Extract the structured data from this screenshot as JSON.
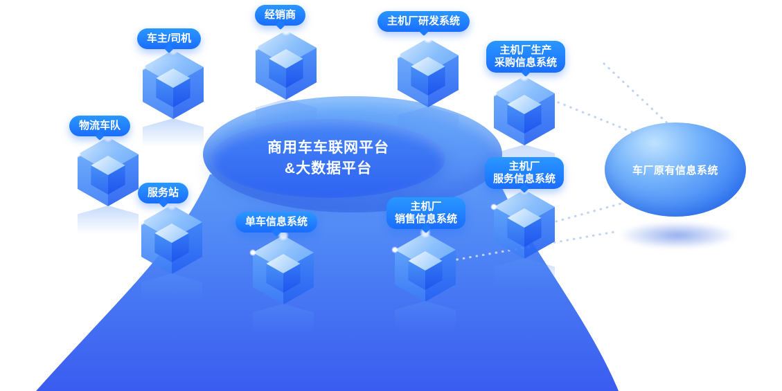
{
  "diagram": {
    "center_platform": {
      "line1": "商用车车联网平台",
      "line2": "&大数据平台"
    },
    "right_system": {
      "id": "factory-legacy-system",
      "label": "车厂原有信息系统"
    },
    "nodes": [
      {
        "id": "owner-driver",
        "lines": [
          "车主/司机"
        ]
      },
      {
        "id": "dealer",
        "lines": [
          "经销商"
        ]
      },
      {
        "id": "oem-rd-system",
        "lines": [
          "主机厂研发系统"
        ]
      },
      {
        "id": "oem-production-procurement",
        "lines": [
          "主机厂生产",
          "采购信息系统"
        ]
      },
      {
        "id": "logistics-fleet",
        "lines": [
          "物流车队"
        ]
      },
      {
        "id": "service-station",
        "lines": [
          "服务站"
        ]
      },
      {
        "id": "vehicle-info-system",
        "lines": [
          "单车信息系统"
        ]
      },
      {
        "id": "oem-sales-info",
        "lines": [
          "主机厂",
          "销售信息系统"
        ]
      },
      {
        "id": "oem-service-info",
        "lines": [
          "主机厂",
          "服务信息系统"
        ]
      }
    ],
    "connectors": [
      {
        "from": "oem-production-procurement",
        "to": "factory-legacy-system"
      },
      {
        "from": "oem-production-procurement",
        "to": "factory-legacy-system"
      },
      {
        "from": "oem-service-info",
        "to": "factory-legacy-system"
      },
      {
        "from": "oem-sales-info",
        "to": "factory-legacy-system"
      }
    ],
    "colors": {
      "bubble_blue_top": "#2a97ff",
      "bubble_blue_bottom": "#1a6dff",
      "base_gradient_top": "#5d9bf8",
      "base_gradient_bottom": "#3a5cf0",
      "platform_inner_blue": "#2e63f1",
      "cube_blue": "#2f7bf5",
      "connector_dots": "#c2d4f4",
      "text_white": "#ffffff"
    }
  }
}
